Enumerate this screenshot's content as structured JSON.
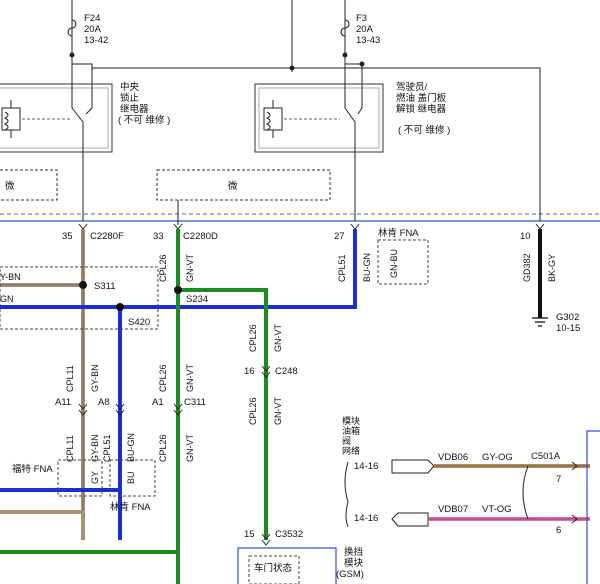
{
  "fuses": {
    "f24": {
      "name": "F24",
      "rating": "20A",
      "ref": "13-42"
    },
    "f3": {
      "name": "F3",
      "rating": "20A",
      "ref": "13-43"
    }
  },
  "relays": {
    "central_lock": {
      "line1": "中央",
      "line2": "锁止",
      "line3": "继电器",
      "note": "( 不可 维修 )"
    },
    "driver_unlock": {
      "line1": "驾驶员/",
      "line2": "燃油 盖门板",
      "line3": "解锁 继电器",
      "note": "( 不可 维修 )"
    }
  },
  "module_labels": {
    "left": "微",
    "center": "微"
  },
  "connectors": {
    "c2280f": {
      "pin": "35",
      "name": "C2280F"
    },
    "c2280d": {
      "pin": "33",
      "name": "C2280D"
    },
    "pin27": {
      "pin": "27"
    },
    "pin10": {
      "pin": "10"
    },
    "c248": {
      "pin": "16",
      "name": "C248"
    },
    "c311_a11": {
      "pin": "A11"
    },
    "c311_a8": {
      "pin": "A8"
    },
    "c311_a1": {
      "pin": "A1",
      "name": "C311"
    },
    "c3532": {
      "pin": "15",
      "name": "C3532"
    },
    "c501a": {
      "name": "C501A",
      "pin7": "7",
      "pin6": "6"
    }
  },
  "splices": {
    "s311": "S311",
    "s234": "S234",
    "s420": "S420"
  },
  "wires": {
    "gy_bn_edge": "Y-BN",
    "gn_edge": "GN",
    "cpl26_a": "CPL26",
    "gnvt_a": "GN-VT",
    "cpl51_top": "CPL51",
    "bugn_top": "BU-GN",
    "gd382": "GD382",
    "bkgy": "BK-GY",
    "cpl26_b": "CPL26",
    "gnvt_b": "GN-VT",
    "cpl26_c": "CPL26",
    "gnvt_c": "GN-VT",
    "cpl11_a": "CPL11",
    "gybn_a": "GY-BN",
    "cpl26_d": "CPL26",
    "gnvt_d": "GN-VT",
    "cpl11_b": "CPL11",
    "gybn_b": "GY-BN",
    "cpl51_b": "CPL51",
    "bugn_b": "BU-GN",
    "cpl26_e": "CPL26",
    "gnvt_e": "GN-VT",
    "gy": "GY",
    "bu": "BU"
  },
  "options": {
    "lin_fna_top": "林肯 FNA",
    "gn_bu": "GN-BU",
    "ford_fna": "福特 FNA",
    "lin_fna_bottom": "林肯 FNA"
  },
  "ground": {
    "name": "G302",
    "ref": "10-15"
  },
  "module_block": {
    "line1": "模块",
    "line2": "油箱",
    "line3": "阀",
    "line4": "网络"
  },
  "bus": {
    "range1": "14-16",
    "range2": "14-16",
    "vdb06": "VDB06",
    "gy_og": "GY-OG",
    "vdb07": "VDB07",
    "vt_og": "VT-OG"
  },
  "door_module": {
    "label": "车门状态",
    "name_line1": "换挡",
    "name_line2": "模块",
    "name_line3": "(GSM)"
  },
  "colors": {
    "blue": "#1a2fd0",
    "green": "#1e8a22",
    "gray_brown": "#a89079",
    "gy_og": "#b09060",
    "vt_og": "#e070a8",
    "frame": "#3a4bd8"
  }
}
